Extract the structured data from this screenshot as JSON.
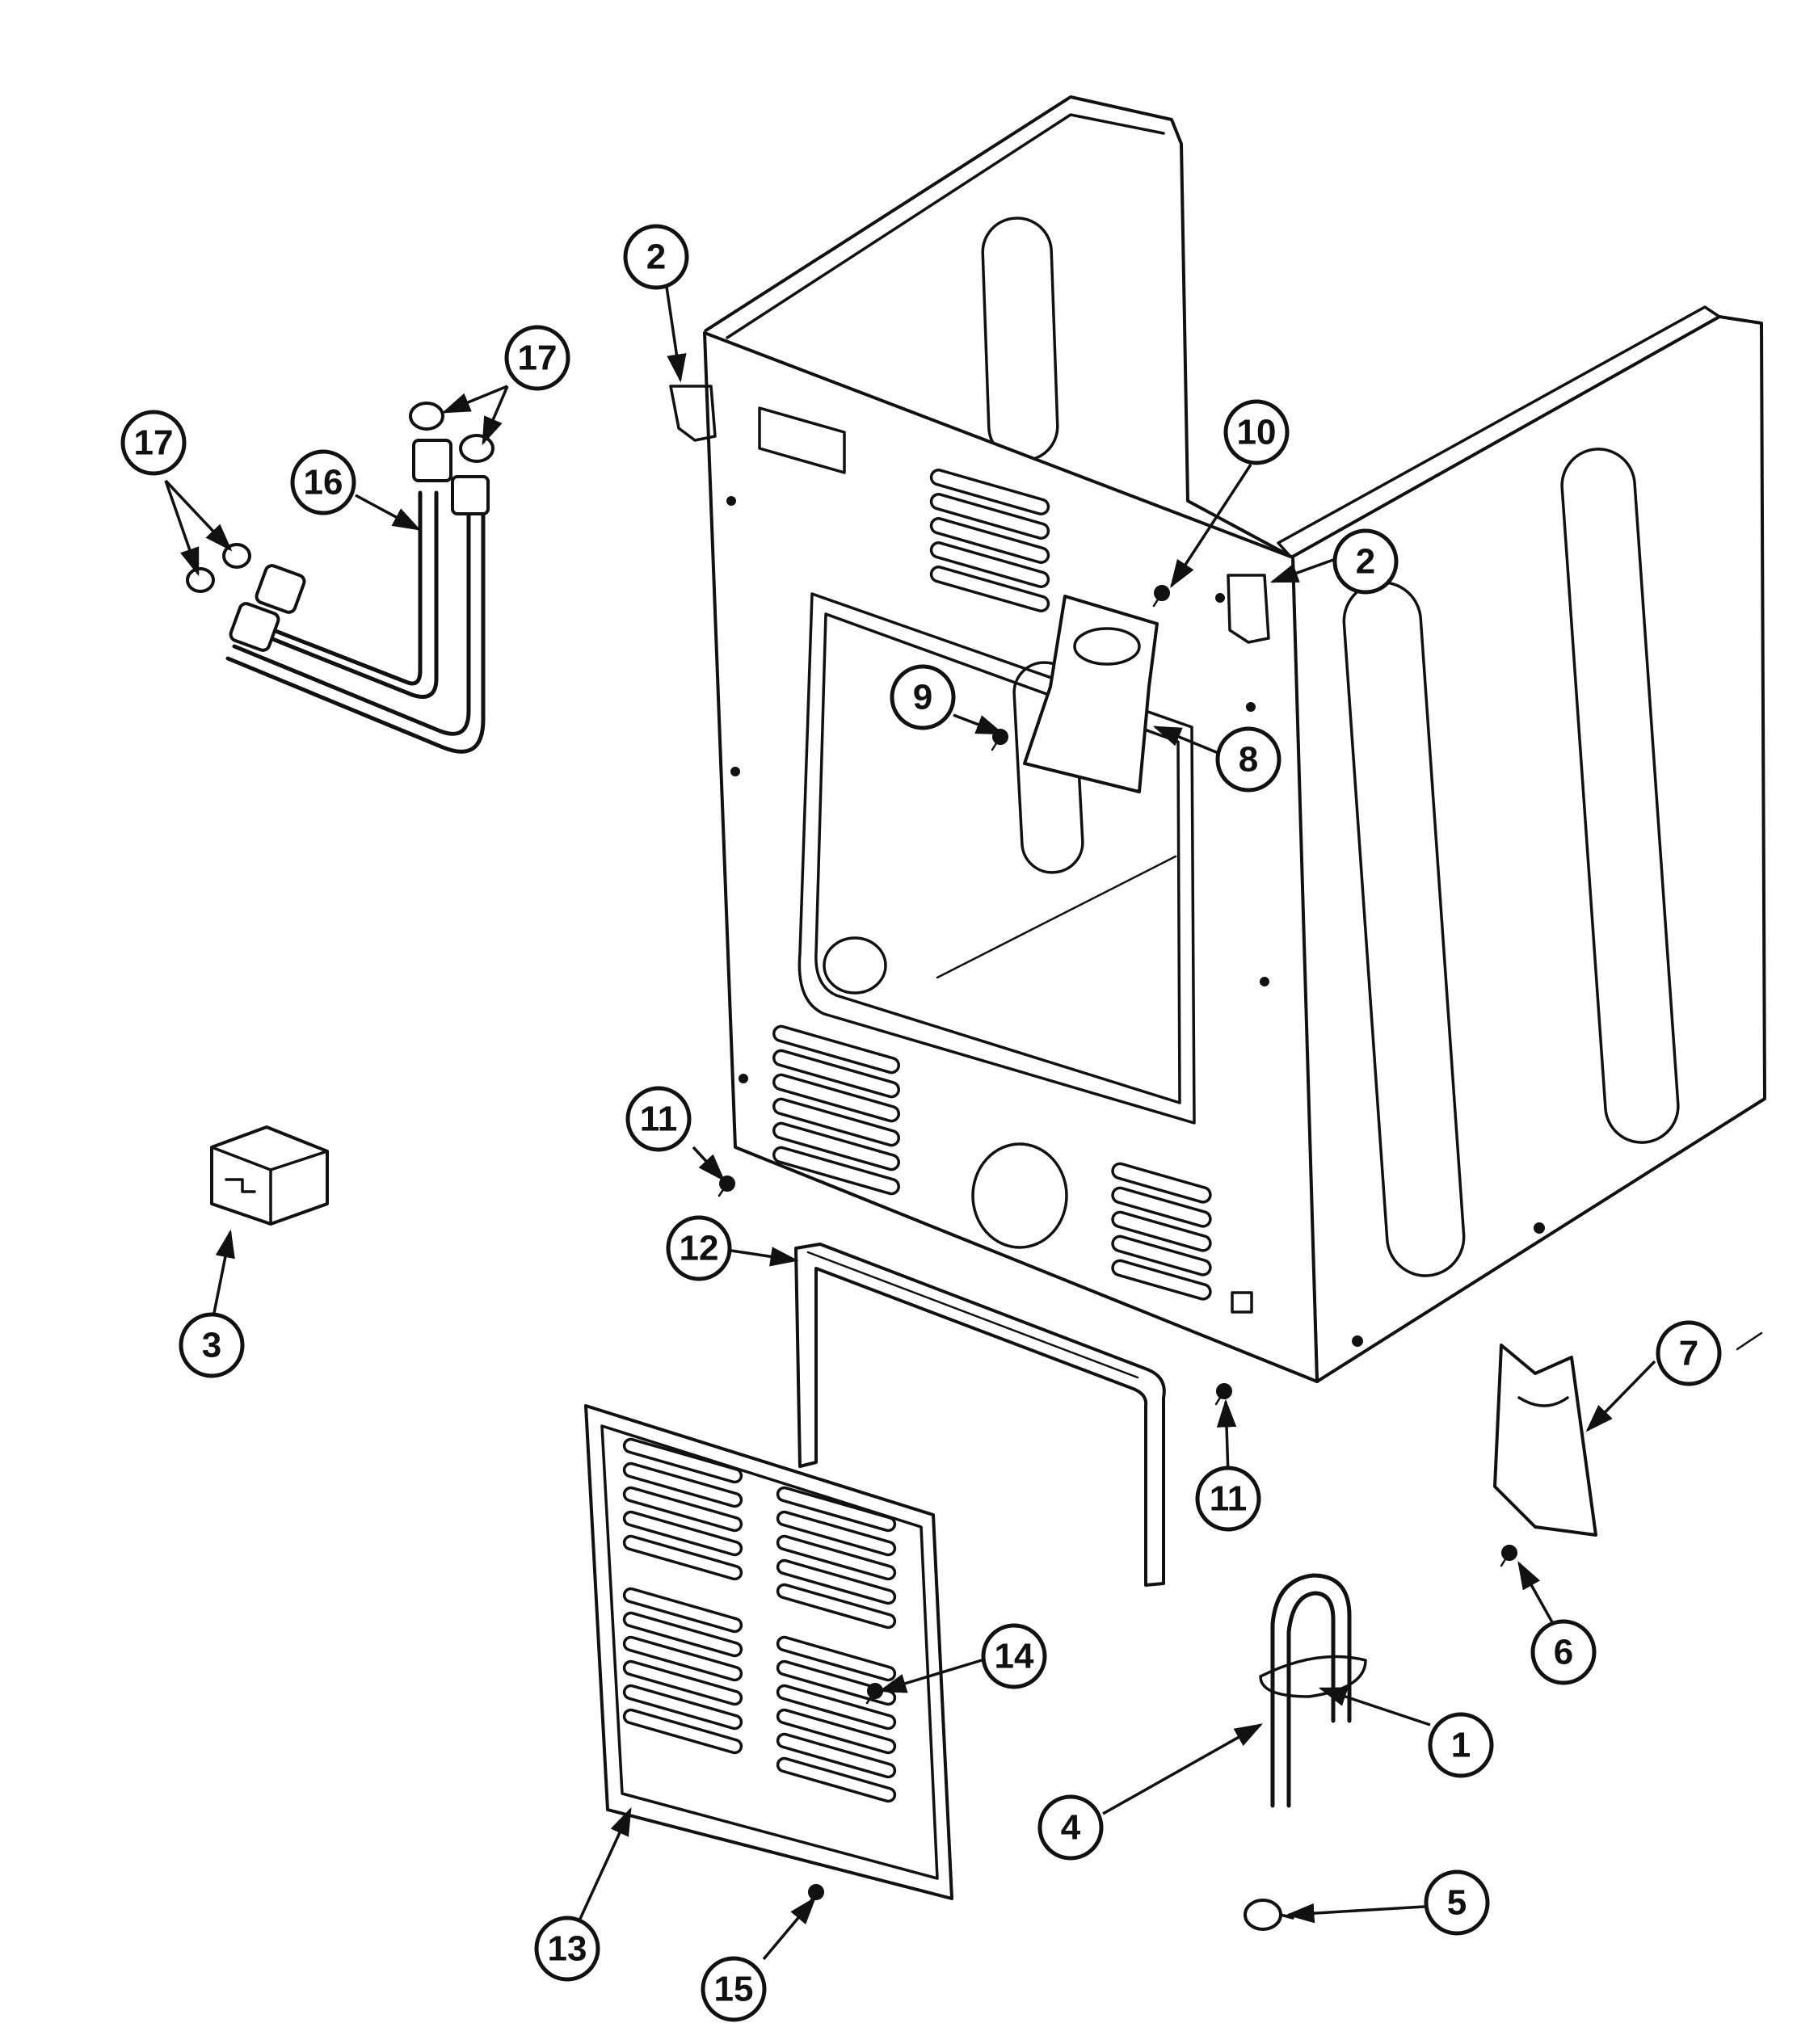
{
  "callouts": [
    {
      "label": "1"
    },
    {
      "label": "2"
    },
    {
      "label": "2"
    },
    {
      "label": "3"
    },
    {
      "label": "4"
    },
    {
      "label": "5"
    },
    {
      "label": "6"
    },
    {
      "label": "7"
    },
    {
      "label": "8"
    },
    {
      "label": "9"
    },
    {
      "label": "10"
    },
    {
      "label": "11"
    },
    {
      "label": "11"
    },
    {
      "label": "12"
    },
    {
      "label": "13"
    },
    {
      "label": "14"
    },
    {
      "label": "15"
    },
    {
      "label": "16"
    },
    {
      "label": "17"
    },
    {
      "label": "17"
    }
  ],
  "colors": {
    "ink": "#111111",
    "paper": "#ffffff"
  }
}
